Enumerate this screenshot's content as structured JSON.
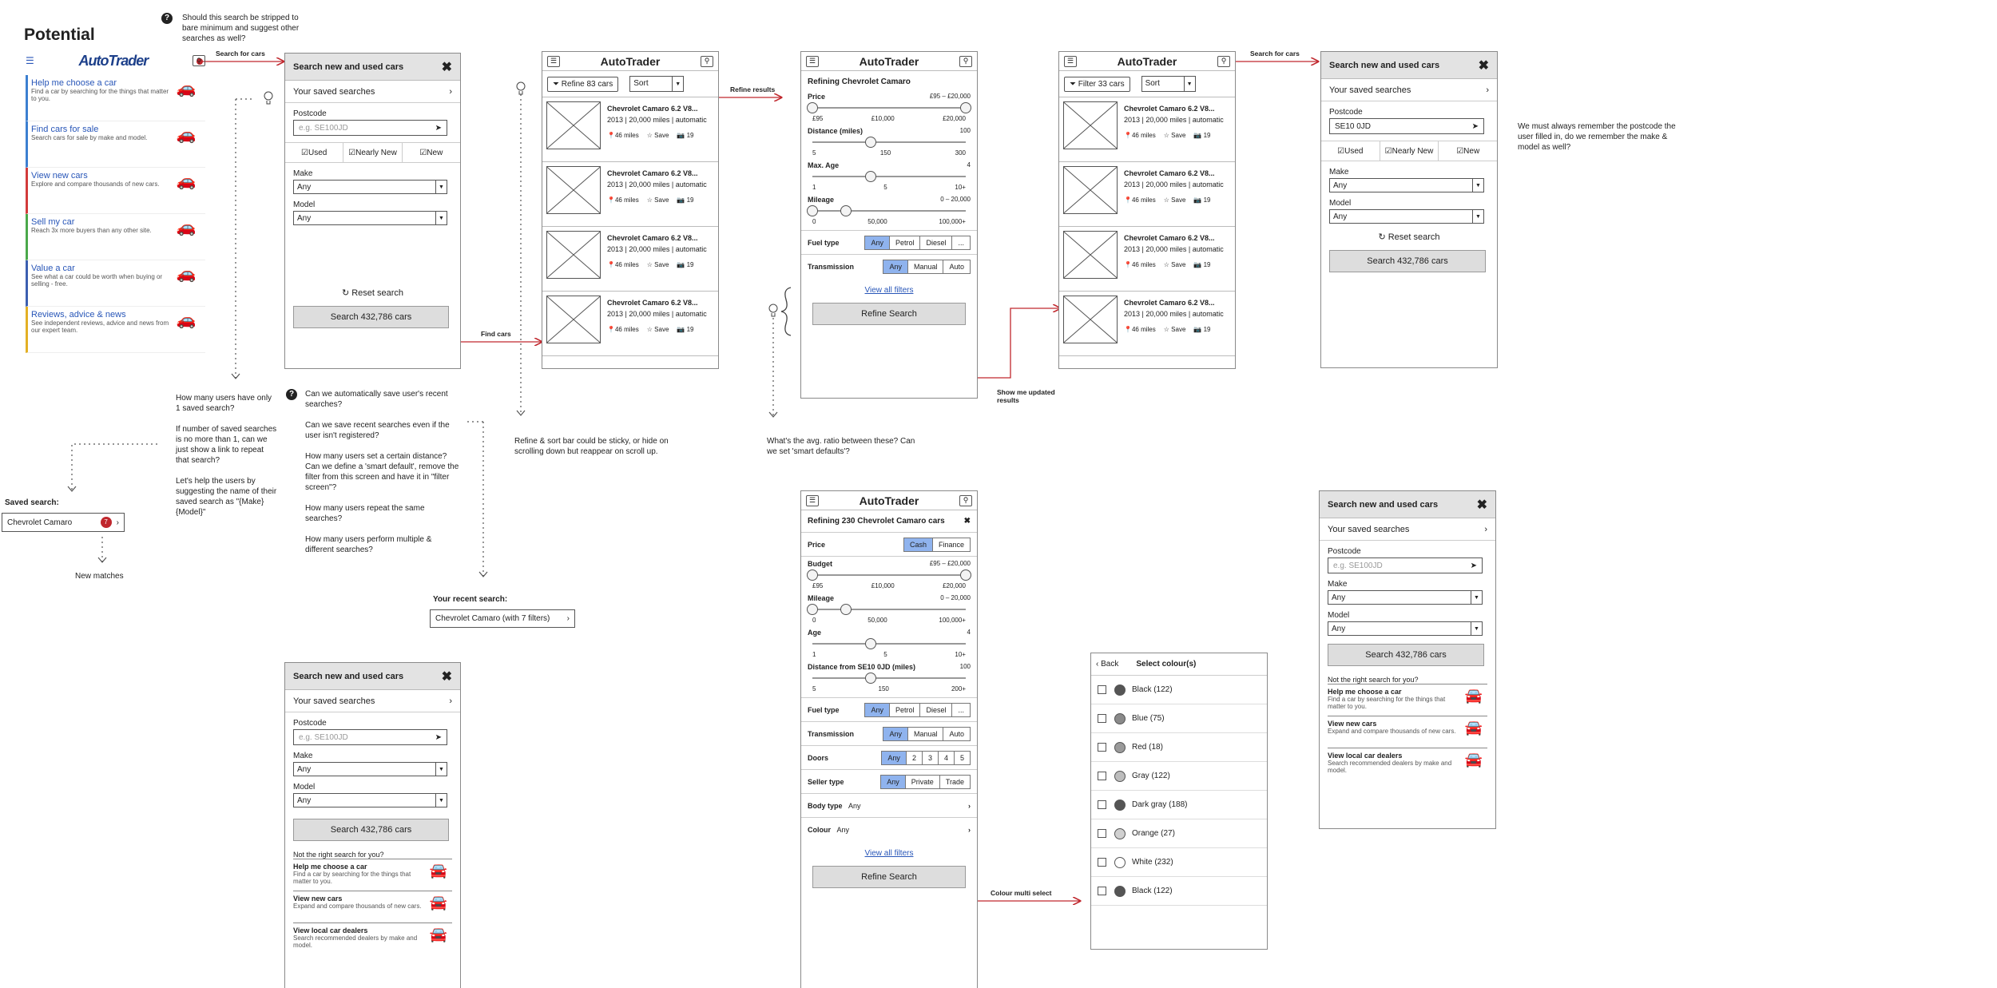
{
  "brand": "AutoTrader",
  "potential": {
    "title": "Potential",
    "tiles": [
      {
        "title": "Help me choose a car",
        "desc": "Find a car by searching for the things that matter to you.",
        "color": "#3c7fd0"
      },
      {
        "title": "Find cars for sale",
        "desc": "Search cars for sale by make and model.",
        "color": "#3c7fd0"
      },
      {
        "title": "View new cars",
        "desc": "Explore and compare thousands of new cars.",
        "color": "#d23b3b"
      },
      {
        "title": "Sell my car",
        "desc": "Reach 3x more buyers than any other site.",
        "color": "#4aa84a"
      },
      {
        "title": "Value a car",
        "desc": "See what a car could be worth when buying or selling - free.",
        "color": "#3c5fb0"
      },
      {
        "title": "Reviews, advice & news",
        "desc": "See independent reviews, advice and news from our expert team.",
        "color": "#e3b024"
      }
    ]
  },
  "search": {
    "title": "Search new and used cars",
    "saved": "Your saved searches",
    "postcode_label": "Postcode",
    "postcode_placeholder": "e.g. SE100JD",
    "postcode_value": "SE10 0JD",
    "used": "Used",
    "nearly_new": "Nearly New",
    "new": "New",
    "make_label": "Make",
    "model_label": "Model",
    "any": "Any",
    "reset": "Reset search",
    "button": "Search 432,786 cars",
    "not_right": "Not the right search for you?",
    "alt": [
      {
        "title": "Help me choose a car",
        "desc": "Find a car by searching for the things that matter to you."
      },
      {
        "title": "View new cars",
        "desc": "Expand and compare thousands of new cars."
      },
      {
        "title": "View local car dealers",
        "desc": "Search recommended dealers by make and model."
      }
    ]
  },
  "results": {
    "refine": "Refine 83 cars",
    "filter": "Filter 33 cars",
    "sort": "Sort",
    "car_title": "Chevrolet Camaro 6.2 V8...",
    "car_specs": "2013 | 20,000 miles | automatic",
    "distance": "46 miles",
    "save": "Save",
    "photos": "19"
  },
  "refine": {
    "title": "Refining Chevrolet Camaro",
    "title2": "Refining 230 Chevrolet Camaro cars",
    "price": "Price",
    "price_range": "£95 – £20,000",
    "ticks_price": [
      "£95",
      "£10,000",
      "£20,000"
    ],
    "budget": "Budget",
    "cash": "Cash",
    "finance": "Finance",
    "distance": "Distance (miles)",
    "distance2": "Distance from SE10 0JD (miles)",
    "distance_max": "100",
    "ticks_distance": [
      "5",
      "150",
      "300"
    ],
    "ticks_distance2": [
      "5",
      "150",
      "200+"
    ],
    "age": "Max. Age",
    "age2": "Age",
    "age_max": "4",
    "ticks_age": [
      "1",
      "5",
      "10+"
    ],
    "mileage": "Mileage",
    "mileage_range": "0 – 20,000",
    "ticks_mileage": [
      "0",
      "50,000",
      "100,000+"
    ],
    "fuel": "Fuel type",
    "fuel_opts": [
      "Any",
      "Petrol",
      "Diesel",
      "..."
    ],
    "trans": "Transmission",
    "trans_opts": [
      "Any",
      "Manual",
      "Auto"
    ],
    "doors": "Doors",
    "doors_opts": [
      "Any",
      "2",
      "3",
      "4",
      "5"
    ],
    "seller": "Seller type",
    "seller_opts": [
      "Any",
      "Private",
      "Trade"
    ],
    "body": "Body type",
    "colour": "Colour",
    "any": "Any",
    "view_all": "View all filters",
    "button": "Refine Search"
  },
  "colours": {
    "back": "Back",
    "title": "Select colour(s)",
    "items": [
      {
        "label": "Black (122)",
        "hex": "#555555"
      },
      {
        "label": "Blue (75)",
        "hex": "#8a8a8a"
      },
      {
        "label": "Red (18)",
        "hex": "#9a9a9a"
      },
      {
        "label": "Gray (122)",
        "hex": "#bdbdbd"
      },
      {
        "label": "Dark gray (188)",
        "hex": "#555555"
      },
      {
        "label": "Orange (27)",
        "hex": "#d0d0d0"
      },
      {
        "label": "White (232)",
        "hex": "#ffffff"
      },
      {
        "label": "Black (122)",
        "hex": "#555555"
      }
    ]
  },
  "arrows": {
    "search_for_cars": "Search for cars",
    "find_cars": "Find cars",
    "refine_results": "Refine results",
    "show_updated": "Show me updated results",
    "colour_multi": "Colour multi select"
  },
  "notes": {
    "q1": "Should this search be stripped to bare minimum and suggest other searches as well?",
    "saved_q": "How many users have only 1 saved search?\n\nIf number of saved searches is no more than 1, can we just show a link to repeat that search?\n\nLet's help the users by suggesting the name of their saved search as \"{Make} {Model}\"",
    "recent_q": "Can we automatically save user's recent searches?\n\nCan we save recent searches even if the user isn't registered?\n\nHow many users set a certain distance? Can we define a 'smart default', remove the filter from this screen and have it in \"filter screen\"?\n\nHow many users repeat the same searches?\n\nHow many users perform multiple & different searches?",
    "sticky": "Refine & sort bar could be sticky, or hide on scrolling down but reappear on scroll up.",
    "ratio": "What's the avg. ratio between these? Can we set 'smart defaults'?",
    "postcode": "We must always remember the postcode the user filled in, do we remember the make & model as well?",
    "saved_search_label": "Saved search:",
    "saved_search_value": "Chevrolet Camaro",
    "saved_badge": "7",
    "new_matches": "New matches",
    "recent_label": "Your recent search:",
    "recent_value": "Chevrolet Camaro (with 7 filters)"
  }
}
